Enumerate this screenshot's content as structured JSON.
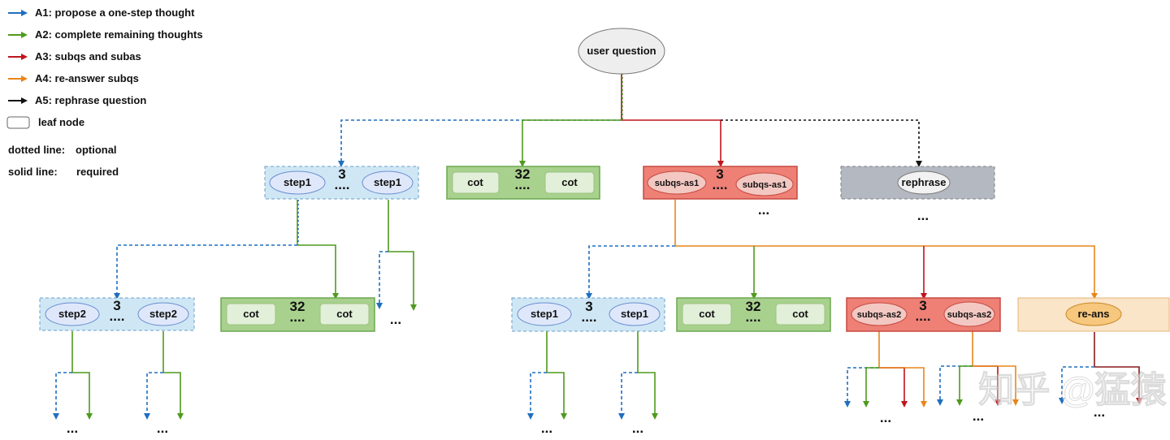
{
  "legend": {
    "items": [
      {
        "label": "A1: propose a one-step thought",
        "color": "#1f6fbf"
      },
      {
        "label": "A2: complete remaining thoughts",
        "color": "#4f9a1d"
      },
      {
        "label": "A3: subqs and subas",
        "color": "#c0141c"
      },
      {
        "label": "A4: re-answer subqs",
        "color": "#e8861a"
      },
      {
        "label": "A5: rephrase question",
        "color": "#111111"
      }
    ],
    "leaf_node": "leaf node",
    "dotted_label": "dotted line:",
    "dotted_value": "optional",
    "solid_label": "solid line:",
    "solid_value": "required"
  },
  "root": {
    "label": "user question"
  },
  "level1": {
    "step": {
      "left": "step1",
      "right": "step1",
      "count": "3",
      "dots": "...."
    },
    "cot": {
      "left": "cot",
      "right": "cot",
      "count": "32",
      "dots": "...."
    },
    "subqs": {
      "left": "subqs-as1",
      "right": "subqs-as1",
      "count": "3",
      "dots": "...."
    },
    "rephrase": {
      "label": "rephrase"
    },
    "more_subqs": "...",
    "more_rephrase": "..."
  },
  "level2": {
    "step_left": {
      "left": "step2",
      "right": "step2",
      "count": "3",
      "dots": "...."
    },
    "cot_left": {
      "left": "cot",
      "right": "cot",
      "count": "32",
      "dots": "...."
    },
    "more_left": "...",
    "step_right": {
      "left": "step1",
      "right": "step1",
      "count": "3",
      "dots": "...."
    },
    "cot_right": {
      "left": "cot",
      "right": "cot",
      "count": "32",
      "dots": "...."
    },
    "subqs": {
      "left": "subqs-as2",
      "right": "subqs-as2",
      "count": "3",
      "dots": "...."
    },
    "reans": {
      "label": "re-ans"
    }
  },
  "bottom_ellipsis": "...",
  "watermark": "知乎 @猛猿"
}
